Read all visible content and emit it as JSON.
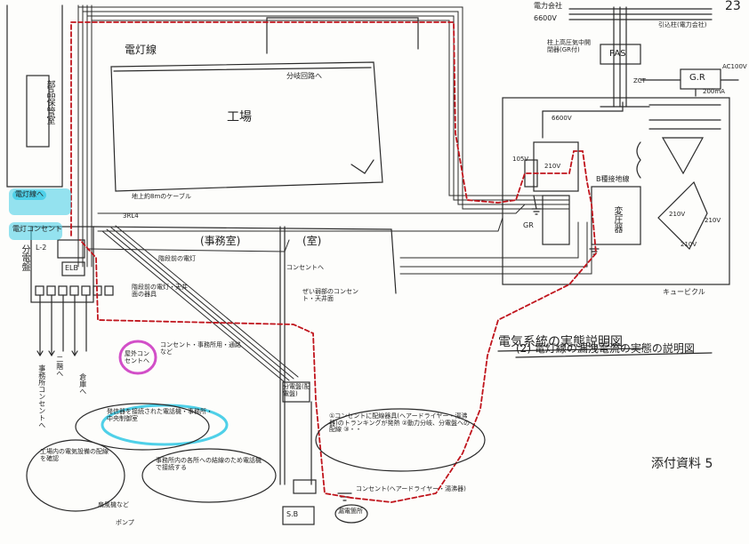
{
  "colors": {
    "ink": "#2a2a2a",
    "leak_path": "#c0141c",
    "highlight_cyan": "#4fd0e8",
    "highlight_magenta": "#d24fc8"
  },
  "labels": {
    "page_number": "23",
    "utility_pole": "電力会社",
    "voltage_6600": "6600V",
    "pole_note": "引込柱(電力会社)",
    "pas_note": "柱上高圧気中開閉器(GR付)",
    "pas": "PAS",
    "gr": "G.R",
    "zct": "ZCT",
    "ac100v": "AC100V",
    "ma200": "200mA",
    "lighting_line": "電灯線",
    "to_electric_heater": "分岐回路へ",
    "lab_vertical": "部品保管室",
    "factory": "工場",
    "ground_note": "地上約8mのケーブル",
    "trough": "3RL4",
    "to_lighting_line": "電灯線へ",
    "power_outlet": "電灯コンセント",
    "branch_panel": "分電盤",
    "l2": "L-2",
    "elb": "ELB",
    "office": "(事務室)",
    "room": "(室)",
    "outlet_to": "コンセントへ",
    "lamp_note1": "階段前の電灯",
    "lamp_note2": "階段前の電灯・天井面の器具",
    "outlet_ceiling": "ぜい弱部のコンセント・天井面",
    "outdoor_outlet": "屋外コンセントへ",
    "outlet_list": "コンセント・事務所用・通路など",
    "office_outlet": "事務所コンセントへ",
    "warehouse": "倉庫へ",
    "two_room": "二階へ",
    "fan_note": "扇風機など",
    "cloud1": "発信器を接続された電話機・事務所・中央制御室",
    "cloud2": "事務所内の各所への結線のため電話機で接続する",
    "cloud3": "工場内の電気設備の配線を確認",
    "cloud4": "①コンセントに配線器具(ヘアードライヤー・湯沸器)のトランキングが発熱 ②動力分岐、分電盤への配線 ③・・",
    "dist_box": "分電盤(配電盤)",
    "sb": "S.B",
    "outlet_bottom": "コンセント(ヘアードライヤー・湯沸器)",
    "leak_point": "漏電箇所",
    "pump": "ポンプ",
    "station": "キュービクル",
    "b_ground": "B種接地線",
    "transformer": "変圧器",
    "gr_relay": "GR",
    "v6600": "6600V",
    "v210a": "210V",
    "v210b": "210V",
    "v210c": "210V",
    "v105": "105V",
    "v210d": "210V",
    "title1": "電気系統の実態説明図",
    "title2": "(2) 電灯線の漏洩電流の実態の説明図",
    "appendix": "添付資料 5"
  }
}
